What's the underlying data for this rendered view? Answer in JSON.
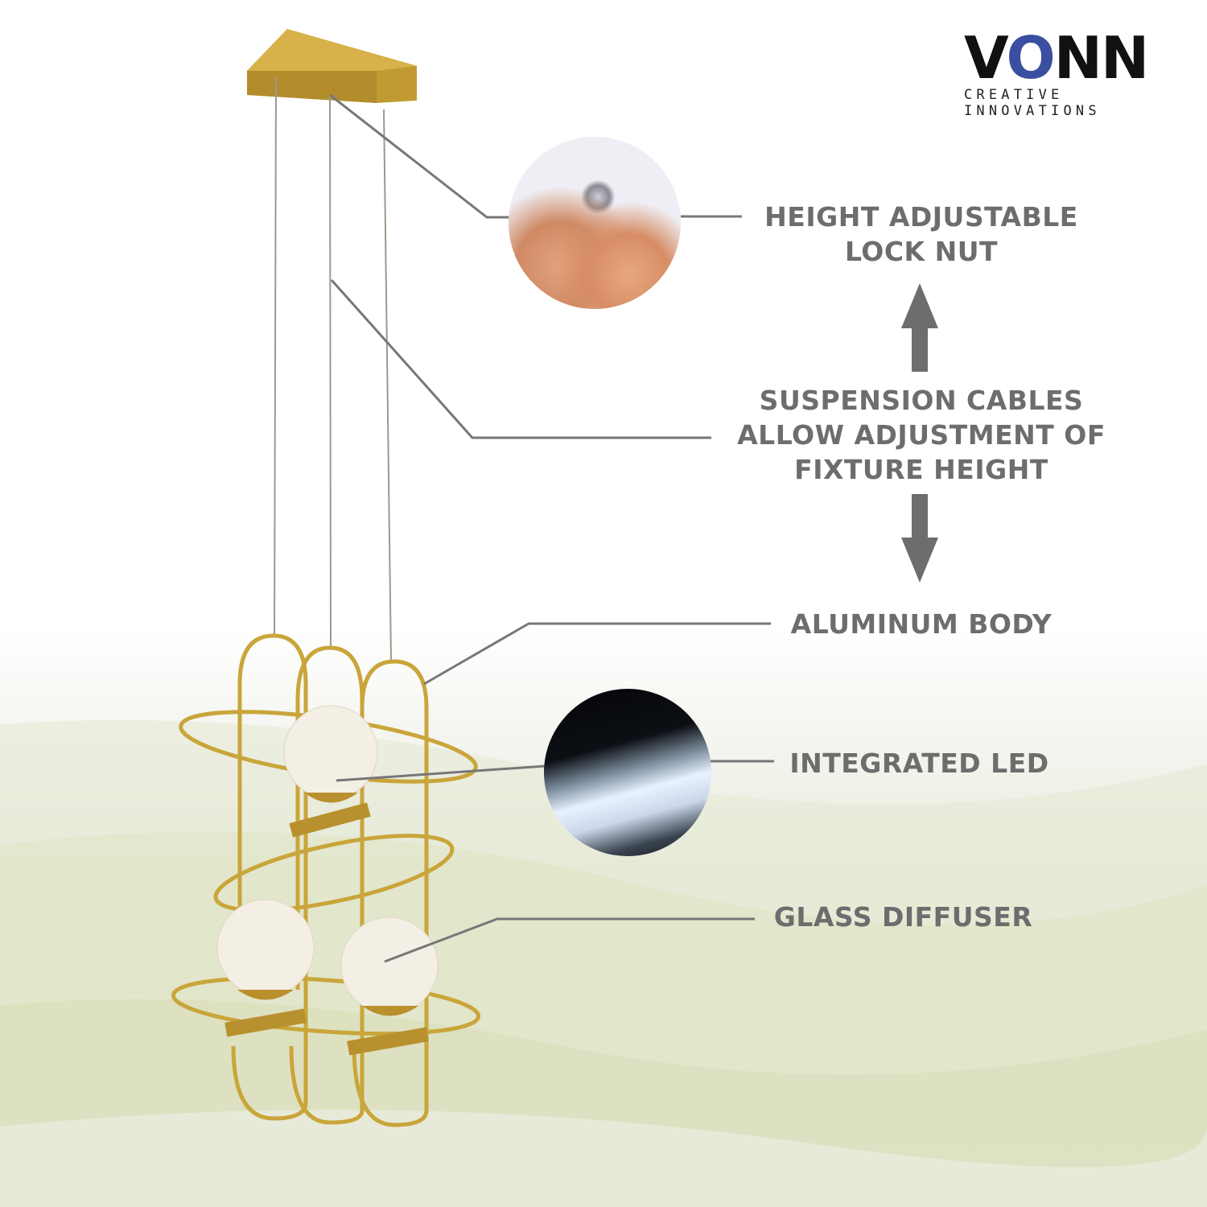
{
  "brand": {
    "name": "VONN",
    "tagline": "CREATIVE INNOVATIONS",
    "accent": "#3a4fa0"
  },
  "callouts": {
    "lock_nut": [
      "HEIGHT ADJUSTABLE",
      "LOCK NUT"
    ],
    "cables": [
      "SUSPENSION CABLES",
      "ALLOW ADJUSTMENT OF",
      "FIXTURE HEIGHT"
    ],
    "body": "ALUMINUM BODY",
    "led": "INTEGRATED LED",
    "diffuser": "GLASS DIFFUSER"
  },
  "colors": {
    "label": "#6d6d6d",
    "gold": "#c9a53a",
    "leader": "#777777"
  }
}
